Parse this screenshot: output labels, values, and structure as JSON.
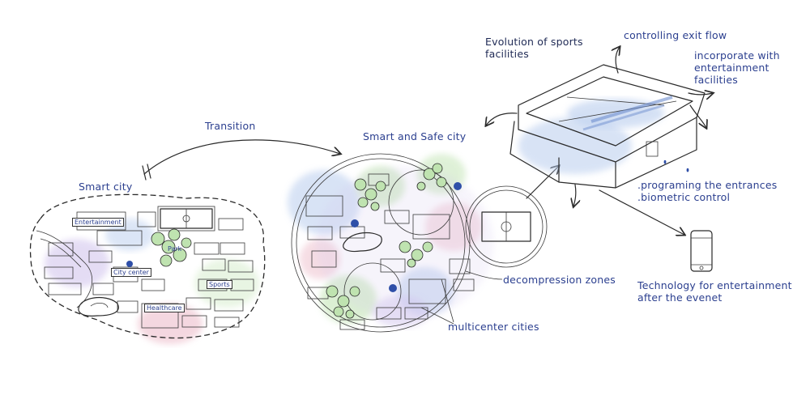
{
  "labels": {
    "transition": "Transition",
    "smart_city": "Smart city",
    "smart_safe_city": "Smart and Safe city",
    "evolution": "Evolution of sports\nfacilities",
    "controlling_exit": "controlling exit flow",
    "incorporate": "incorporate with\nentertainment\nfacilities",
    "programing": ".programing the entrances\n.biometric control",
    "decompression": "decompression zones",
    "multicenter": "multicenter cities",
    "technology": "Technology for entertainment\nafter the evenet"
  },
  "map_labels": {
    "entertainment": "Entertainment",
    "city_center": "City center",
    "healthcare": "Healthcare",
    "sports": "Sports",
    "park": "Park"
  },
  "colors": {
    "ink": "#2a2a2a",
    "label_blue": "#2b3f8f",
    "marker_blue": "#2f4fa8",
    "wash_green": "#bfe3b0",
    "wash_pink": "#f0c7d3",
    "wash_purple": "#d3c6ee",
    "wash_blue": "#b9cdee"
  },
  "icons": [
    "smartphone-icon",
    "arrow-icon",
    "stadium-icon"
  ]
}
